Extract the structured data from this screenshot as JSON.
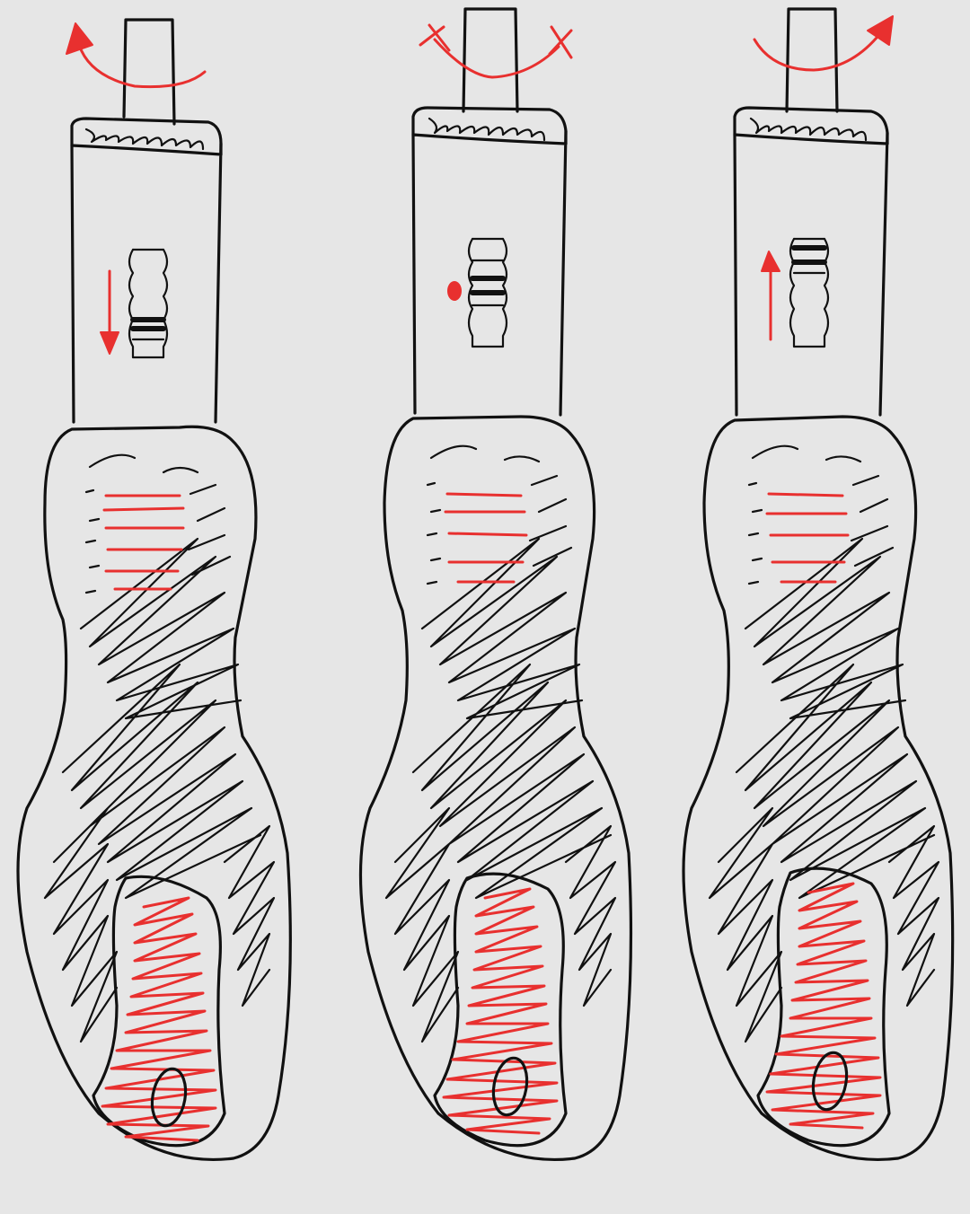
{
  "figure": {
    "panel_count": 3,
    "background_color": "#e6e6e6",
    "ink_color": "#111111",
    "accent_color": "#e8302f"
  },
  "panels": [
    {
      "id": "left",
      "rotation": "counter-clockwise",
      "slider": "down"
    },
    {
      "id": "middle",
      "rotation": "locked",
      "slider": "center"
    },
    {
      "id": "right",
      "rotation": "clockwise",
      "slider": "up"
    }
  ]
}
